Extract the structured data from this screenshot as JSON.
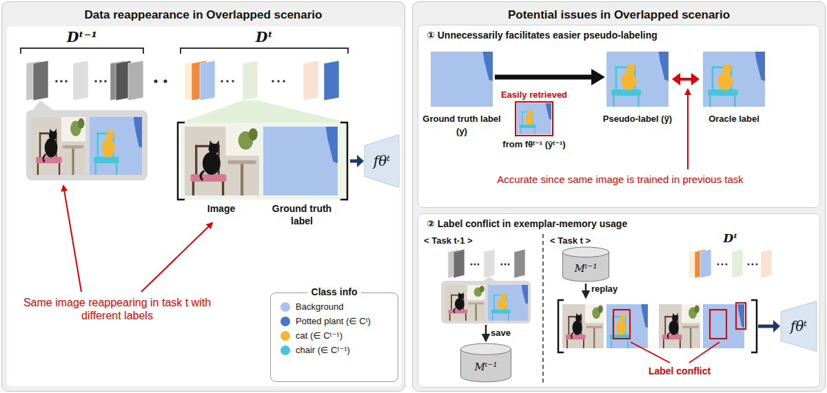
{
  "diagram": {
    "nodes": [
      {
        "text": [
          "Data reappearance in Overlapped scenario"
        ]
      },
      {
        "text": [
          "fθᵗ"
        ],
        "in": 0
      },
      {
        "text": [
          "Class info"
        ],
        "in": 0
      },
      {
        "text": [
          "Potential issues in Overlapped scenario"
        ]
      },
      {
        "text": [
          "① Unnecessarily facilitates easier pseudo-labeling"
        ],
        "in": 3
      },
      {
        "text": [
          "② Label conflict in exemplar-memory usage"
        ],
        "in": 3
      },
      {
        "text": [
          "Mᵗ⁻¹"
        ],
        "in": 5
      },
      {
        "text": [
          "Mᵗ⁻¹"
        ],
        "in": 5
      },
      {
        "text": [
          "fθᵗ"
        ],
        "in": 5
      }
    ],
    "labels": [
      "Dᵗ⁻¹",
      "Dᵗ",
      "Image",
      "Ground truth label",
      "Same image reappearing in task t with different labels",
      "Easily retrieved",
      "Ground truth label (y)",
      "from fθᵗ⁻¹ (ŷᵗ⁻¹)",
      "Pseudo-label (ỹ)",
      "Oracle label",
      "Accurate since same image is trained in previous task",
      "< Task t-1 >",
      "< Task t >",
      "save",
      "replay",
      "Dᵗ",
      "Label conflict"
    ],
    "legend": [
      {
        "text": "Background",
        "color": "#a9c3ec"
      },
      {
        "text": "Potted plant (∈ Cᵗ)",
        "color": "#4a76c8"
      },
      {
        "text": "cat (∈ Cᵗ⁻¹)",
        "color": "#f4b731"
      },
      {
        "text": "chair (∈ Cᵗ⁻¹)",
        "color": "#48c6d8"
      }
    ]
  }
}
